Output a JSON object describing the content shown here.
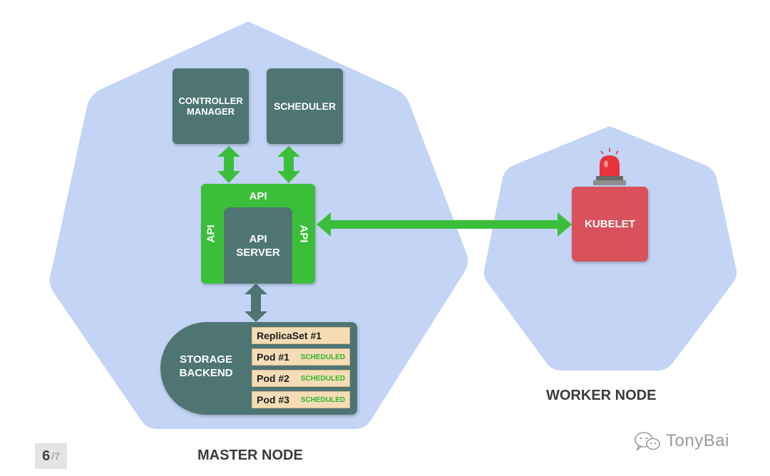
{
  "master_node": {
    "label": "MASTER NODE",
    "controller_manager": "CONTROLLER\nMANAGER",
    "scheduler": "SCHEDULER",
    "api_frame": {
      "top": "API",
      "left": "API",
      "right": "API"
    },
    "api_server": "API\nSERVER",
    "storage": {
      "label": "STORAGE\nBACKEND",
      "records": [
        {
          "name": "ReplicaSet #1",
          "status": ""
        },
        {
          "name": "Pod #1",
          "status": "SCHEDULED"
        },
        {
          "name": "Pod #2",
          "status": "SCHEDULED"
        },
        {
          "name": "Pod #3",
          "status": "SCHEDULED"
        }
      ]
    }
  },
  "worker_node": {
    "label": "WORKER NODE",
    "kubelet": "KUBELET",
    "alarm_icon": "siren-icon"
  },
  "pager": {
    "current": "6",
    "total": "/7"
  },
  "watermark": {
    "text": "TonyBai",
    "icon": "wechat-icon"
  },
  "colors": {
    "heptagon": "#c3d4f5",
    "component": "#4e7574",
    "api_green": "#3bbf3a",
    "kubelet": "#d9525b",
    "record": "#f6dcb6",
    "scheduled": "#2fb52d"
  }
}
